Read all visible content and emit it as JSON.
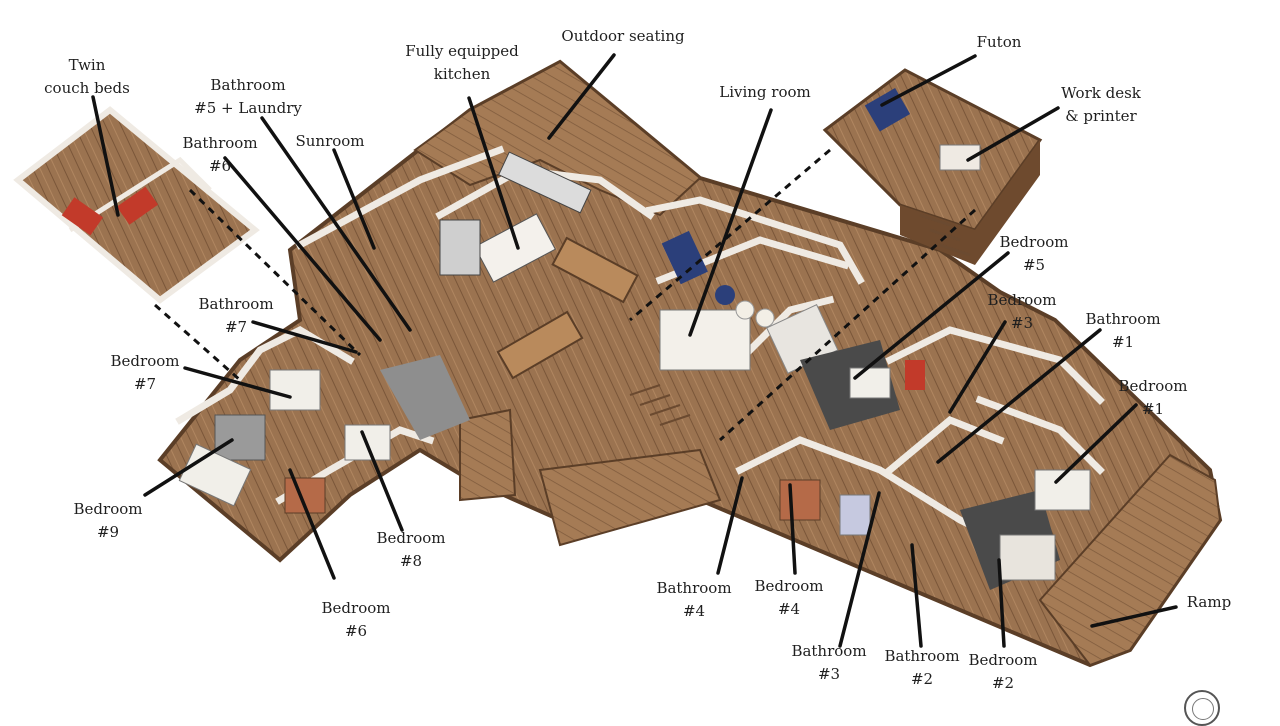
{
  "labels": {
    "twin_couch_beds": [
      "Twin",
      "couch beds"
    ],
    "bathroom_5_laundry": [
      "Bathroom",
      "#5 + Laundry"
    ],
    "fully_equipped_kitchen": [
      "Fully equipped",
      "kitchen"
    ],
    "outdoor_seating": [
      "Outdoor seating"
    ],
    "living_room": [
      "Living room"
    ],
    "futon": [
      "Futon"
    ],
    "work_desk_printer": [
      "Work desk",
      "& printer"
    ],
    "bathroom_6": [
      "Bathroom",
      "#6"
    ],
    "sunroom": [
      "Sunroom"
    ],
    "bedroom_5": [
      "Bedroom",
      "#5"
    ],
    "bedroom_3": [
      "Bedroom",
      "#3"
    ],
    "bathroom_1": [
      "Bathroom",
      "#1"
    ],
    "bathroom_7": [
      "Bathroom",
      "#7"
    ],
    "bedroom_1": [
      "Bedroom",
      "#1"
    ],
    "bedroom_7": [
      "Bedroom",
      "#7"
    ],
    "bedroom_9": [
      "Bedroom",
      "#9"
    ],
    "bedroom_8": [
      "Bedroom",
      "#8"
    ],
    "bedroom_6": [
      "Bedroom",
      "#6"
    ],
    "bathroom_4": [
      "Bathroom",
      "#4"
    ],
    "bedroom_4": [
      "Bedroom",
      "#4"
    ],
    "ramp": [
      "Ramp"
    ],
    "bathroom_3": [
      "Bathroom",
      "#3"
    ],
    "bathroom_2": [
      "Bathroom",
      "#2"
    ],
    "bedroom_2": [
      "Bedroom",
      "#2"
    ]
  },
  "colors": {
    "floor_wood": "#9b7350",
    "floor_wood_dark": "#7a5639",
    "deck_wood": "#a57b55",
    "wall_white": "#efeae3",
    "wall_edge": "#5b3e27",
    "tile_grey": "#8e8e8e",
    "sofa_blue": "#2b3f7a",
    "accent_red": "#c23a2a",
    "callout_line": "#111111"
  }
}
